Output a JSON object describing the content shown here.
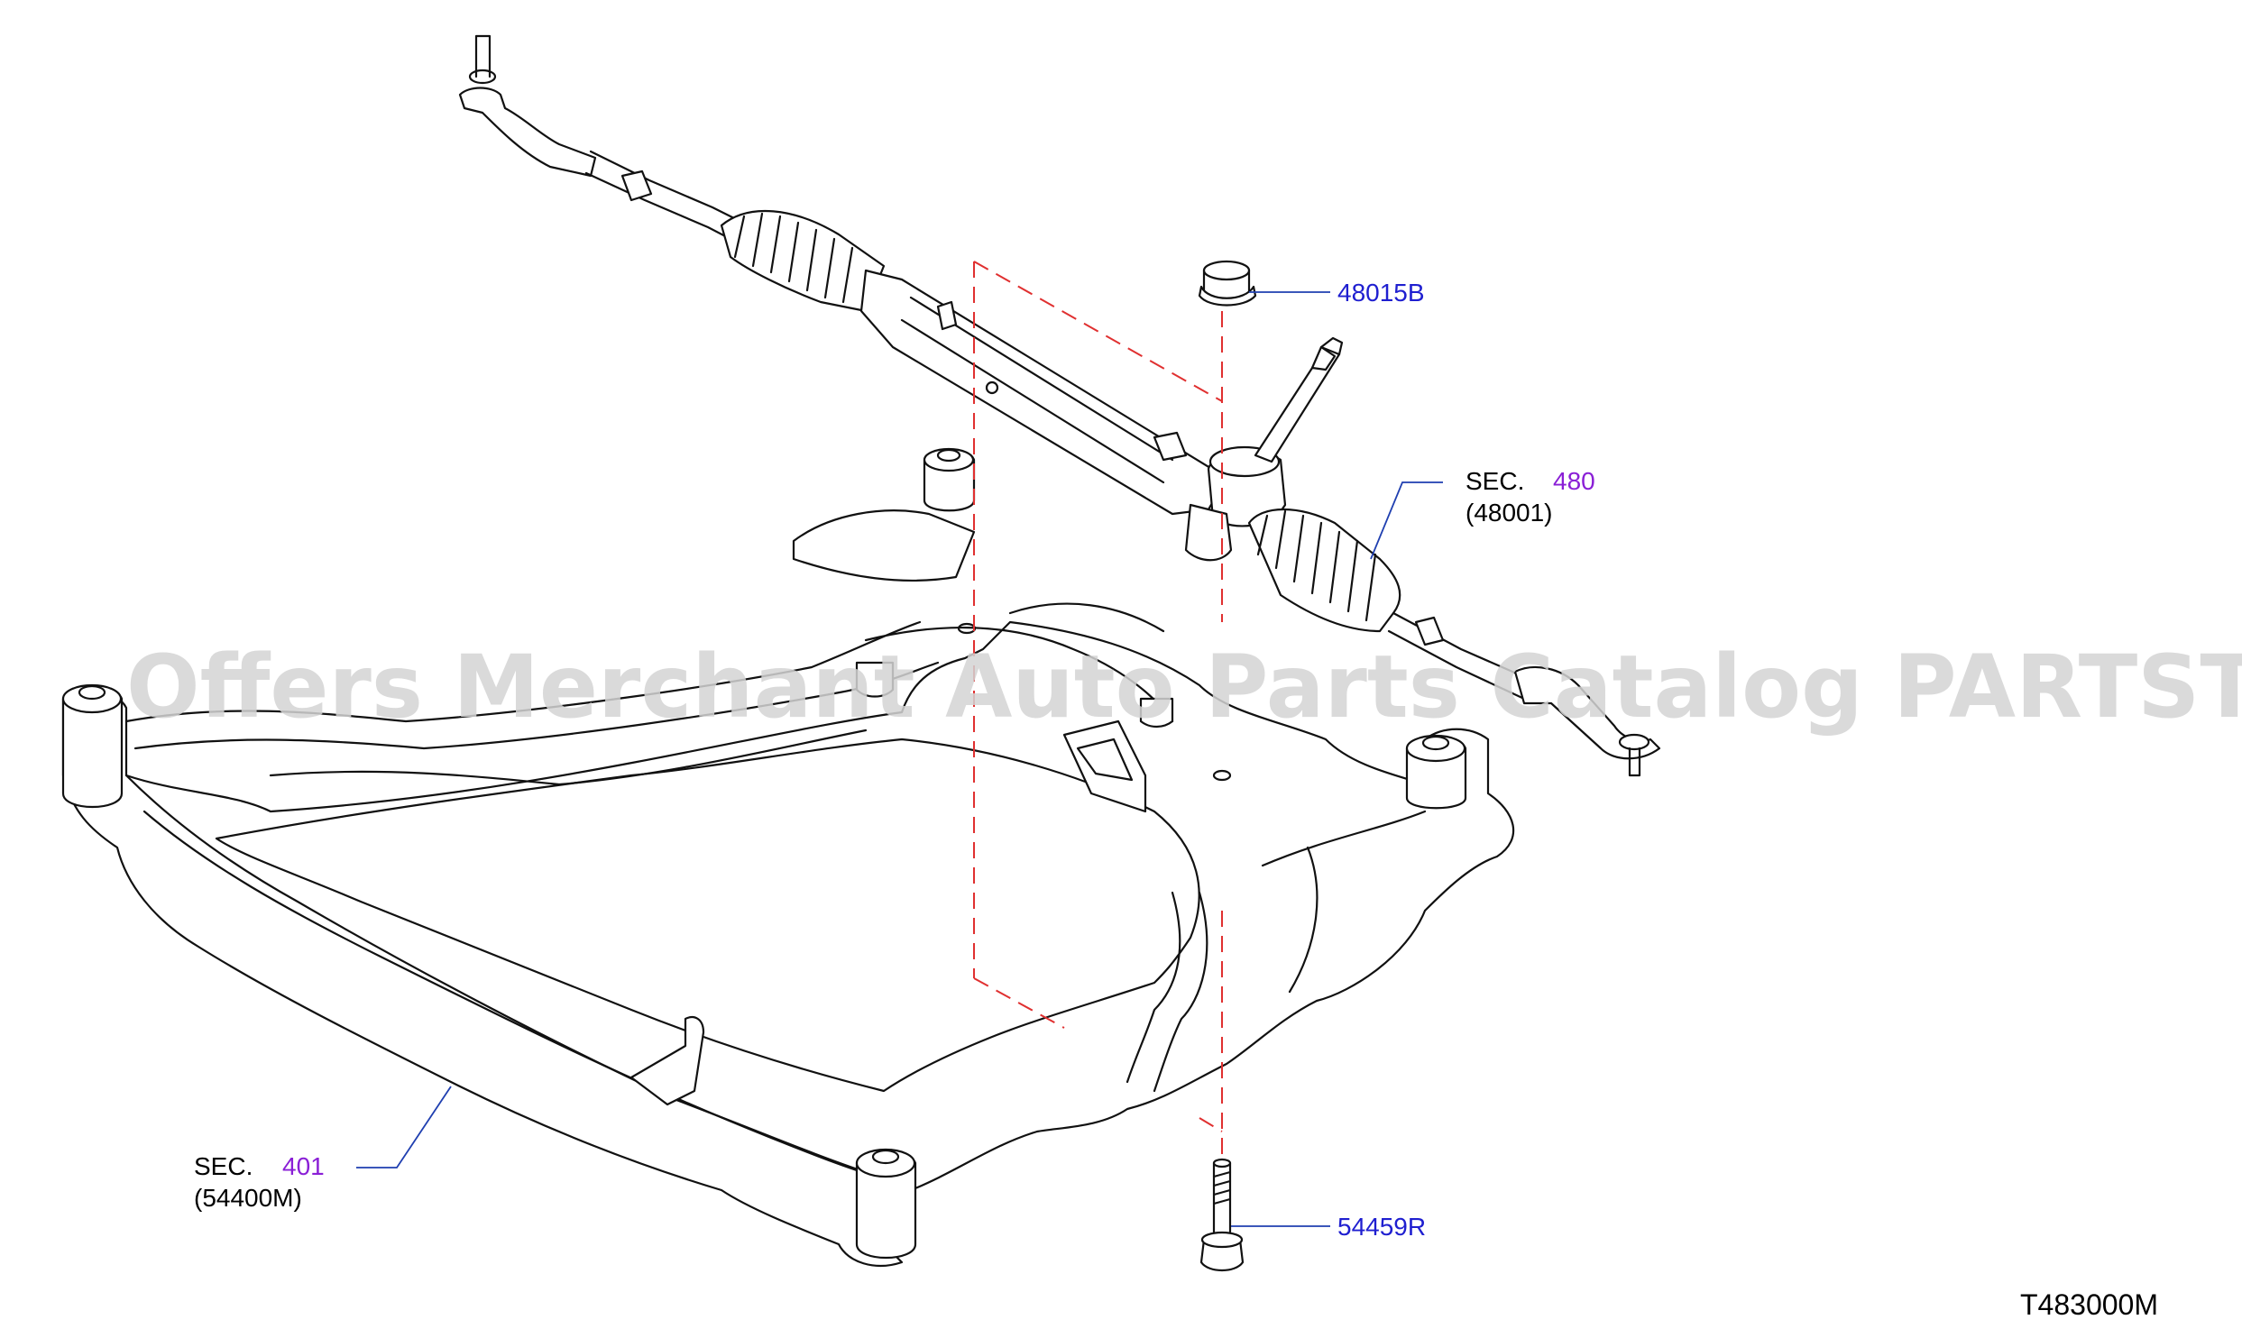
{
  "watermark": "Offers Merchant Auto Parts Catalog PARTSTORE.SA",
  "callouts": {
    "nut": {
      "part_no": "48015B"
    },
    "gear_section": {
      "prefix": "SEC.",
      "section_no": "480",
      "part_ref": "(48001)"
    },
    "member_section": {
      "prefix": "SEC.",
      "section_no": "401",
      "part_ref": "(54400M)"
    },
    "bolt": {
      "part_no": "54459R"
    }
  },
  "diagram_code": "T483000M",
  "colors": {
    "part_number": "#1f1fd0",
    "section_number": "#8a1fd6",
    "hidden_line": "#e03030",
    "leader": "#1f3fb0"
  }
}
